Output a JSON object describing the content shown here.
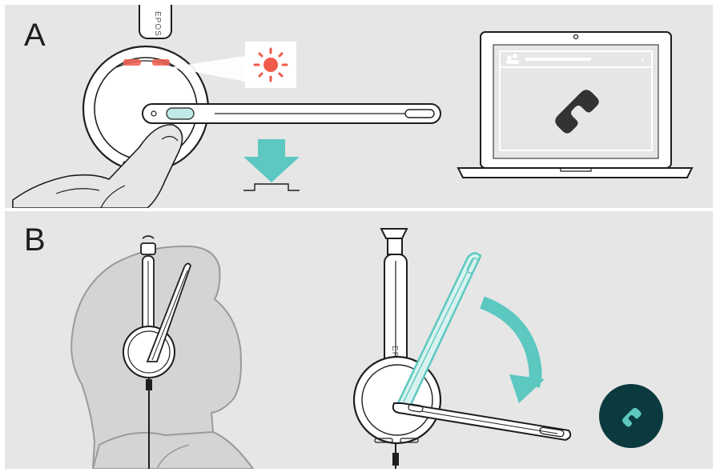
{
  "panels": {
    "a": {
      "label": "A"
    },
    "b": {
      "label": "B"
    }
  },
  "headset_brand": "EPOS",
  "laptop_dialog_close": "x",
  "colors": {
    "background": "#e6e6e6",
    "accent_teal": "#5cc8c0",
    "led_red": "#f05a4a",
    "dark_teal": "#0b3a3e",
    "outline": "#1e1e1e"
  },
  "icons": [
    "headset",
    "led-blinking-icon",
    "press-arrow-icon",
    "laptop",
    "phone-icon",
    "phone-hangup-icon",
    "rotate-arrow-icon",
    "user-silhouette",
    "finger-pressing"
  ]
}
